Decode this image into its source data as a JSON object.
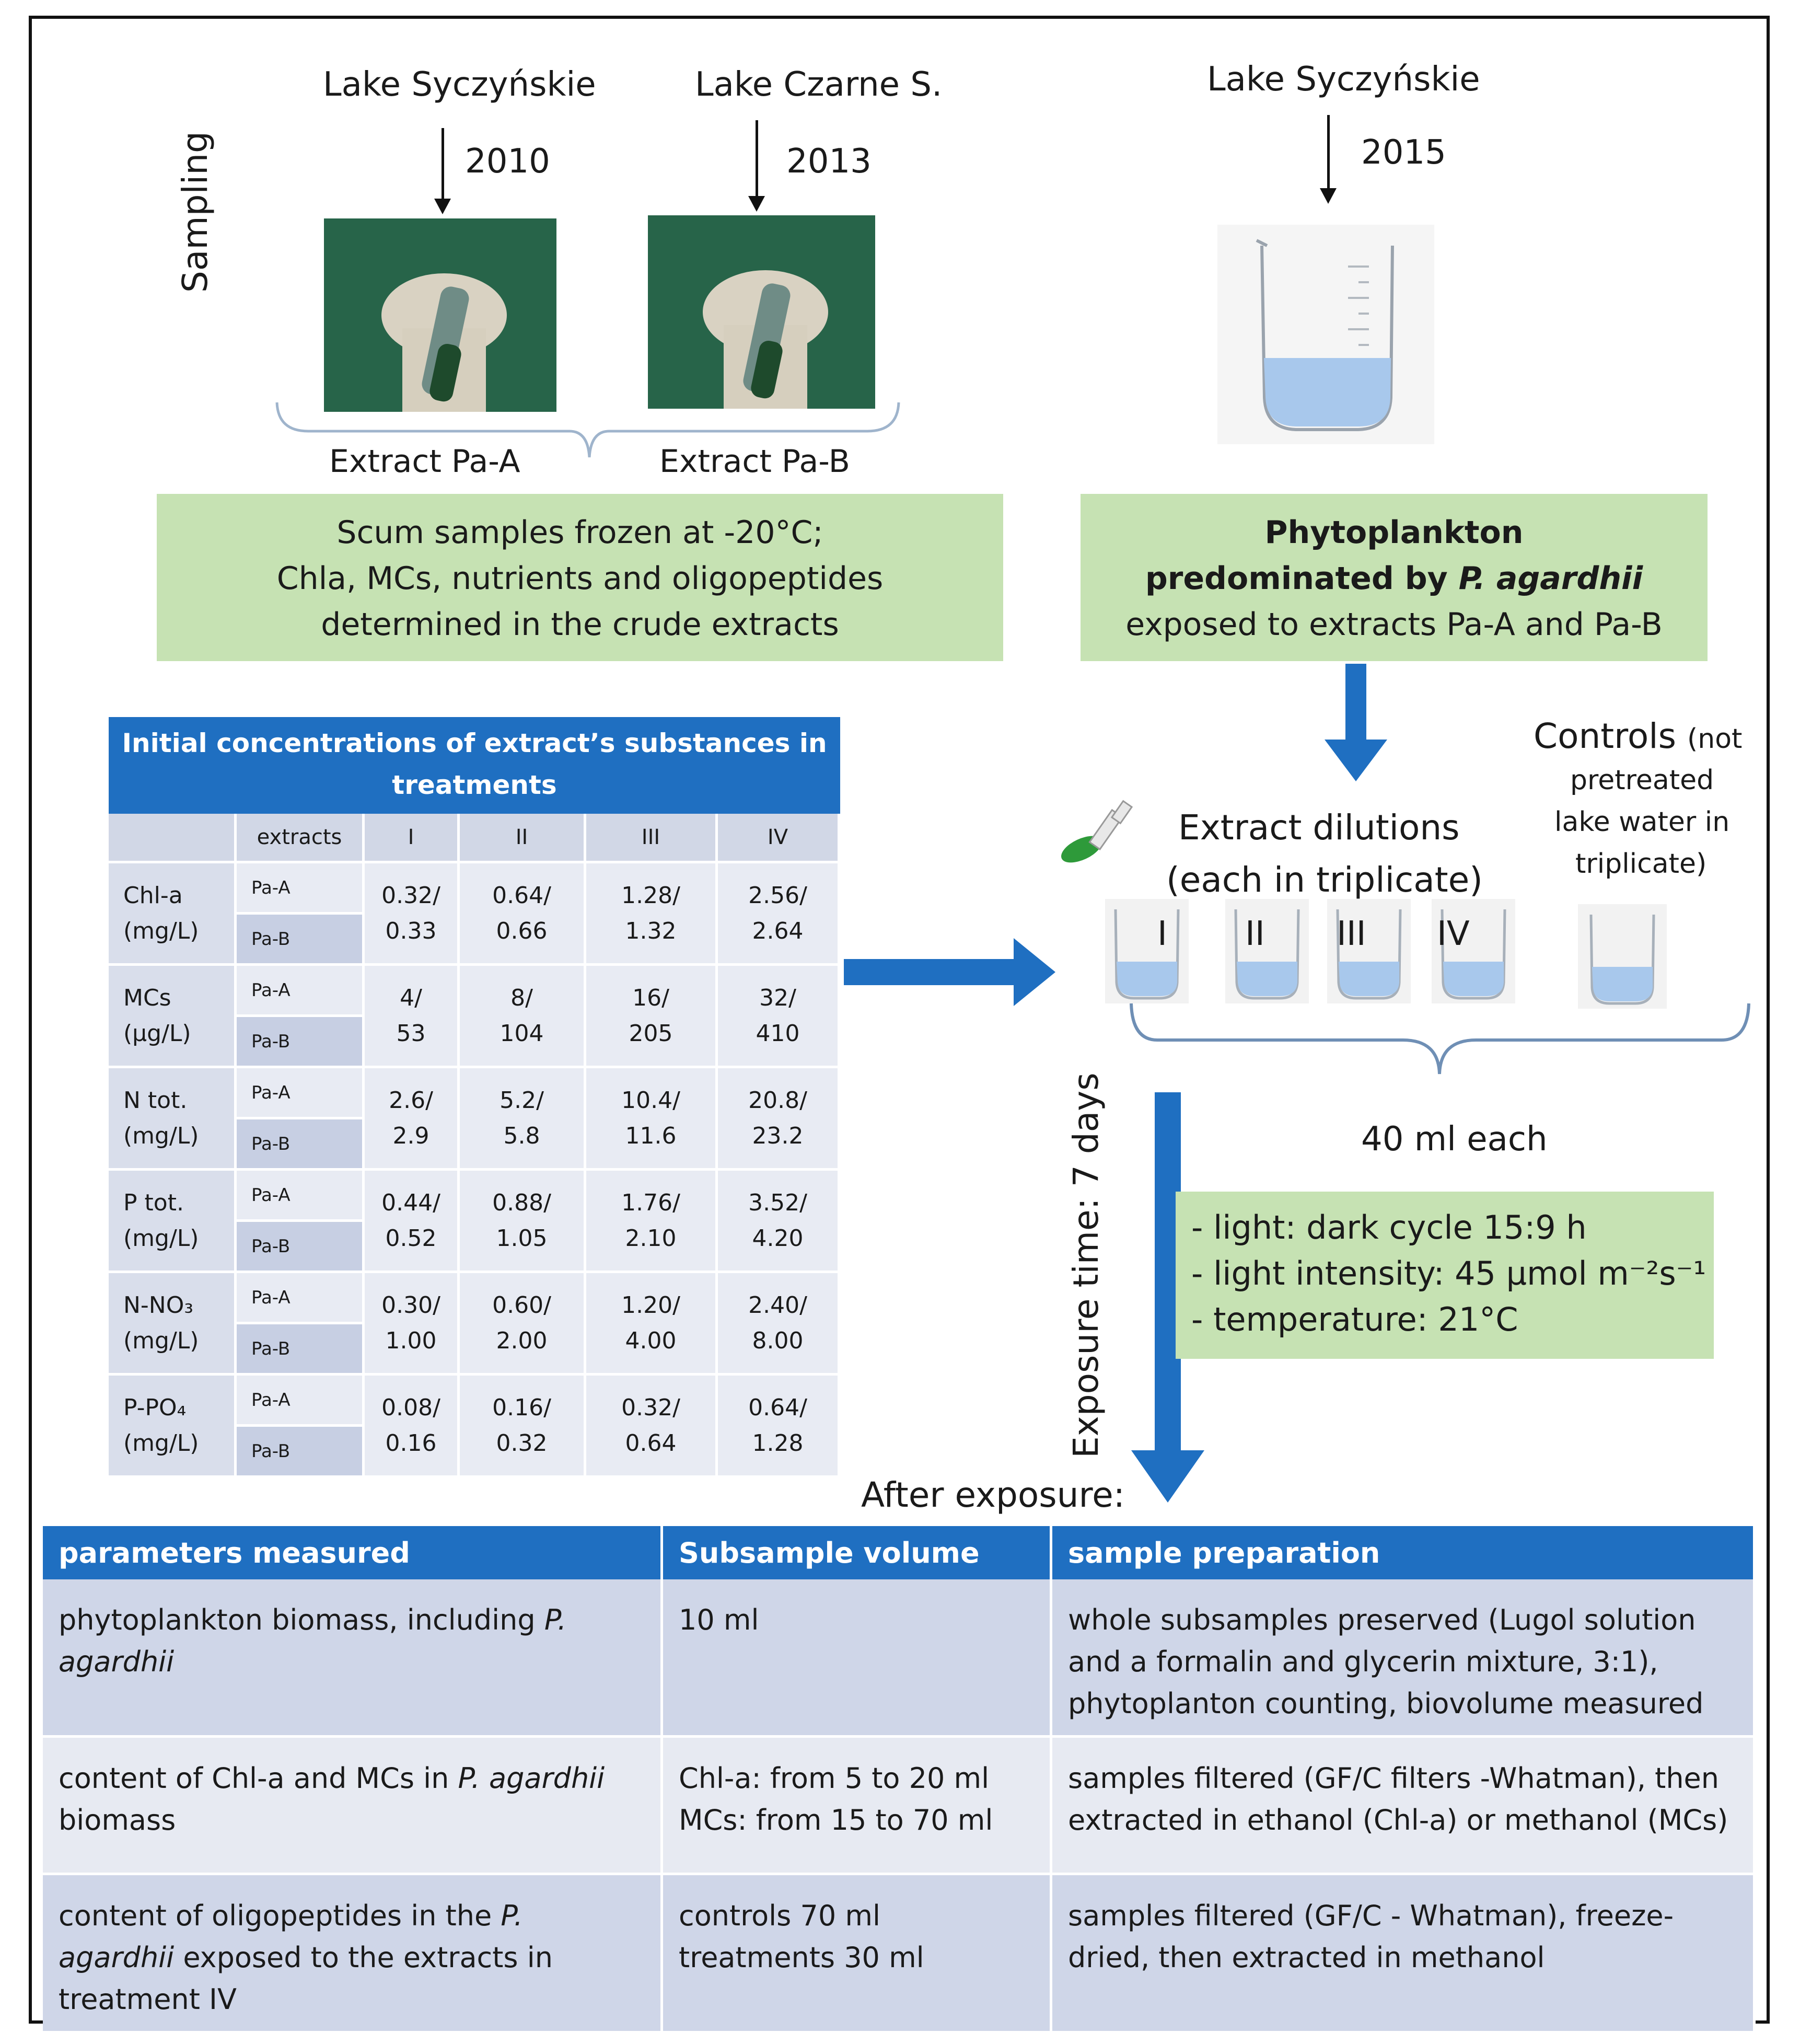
{
  "sampling_label": "Sampling",
  "sources": [
    {
      "lake": "Lake Syczyńskie",
      "year": "2010"
    },
    {
      "lake": "Lake Czarne S.",
      "year": "2013"
    },
    {
      "lake": "Lake Syczyńskie",
      "year": "2015"
    }
  ],
  "extracts": {
    "a": "Extract Pa-A",
    "b": "Extract Pa-B"
  },
  "scum_box": {
    "line1": "Scum samples frozen at -20°C;",
    "line2": "Chla, MCs, nutrients and oligopeptides",
    "line3": "determined in the crude extracts"
  },
  "phyto_box": {
    "line1": "Phytoplankton",
    "line2_pre": "predominated by ",
    "line2_em": "P. agardhii",
    "line3": "exposed to extracts Pa-A and Pa-B"
  },
  "dilutions": {
    "line1": "Extract dilutions",
    "line2": "(each in triplicate)"
  },
  "controls": {
    "title": "Controls",
    "paren": "(not",
    "line2": "pretreated",
    "line3": "lake water in",
    "line4": "triplicate)"
  },
  "beaker_labels": [
    "I",
    "II",
    "III",
    "IV"
  ],
  "volume_each": "40 ml each",
  "exposure_time": "Exposure time: 7 days",
  "conditions": [
    "- light: dark cycle 15:9 h",
    "- light intensity: 45 µmol m⁻²s⁻¹",
    "- temperature: 21°C"
  ],
  "after_exposure": "After exposure:",
  "conc_table": {
    "title": "Initial concentrations of extract’s substances in treatments",
    "headers": [
      "",
      "extracts",
      "I",
      "II",
      "III",
      "IV"
    ],
    "extract_labels": [
      "Pa-A",
      "Pa-B"
    ],
    "rows": [
      {
        "param1": "Chl-a",
        "param2": "(mg/L)",
        "values": [
          [
            "0.32/",
            "0.33"
          ],
          [
            "0.64/",
            "0.66"
          ],
          [
            "1.28/",
            "1.32"
          ],
          [
            "2.56/",
            "2.64"
          ]
        ]
      },
      {
        "param1": "MCs",
        "param2": "(µg/L)",
        "values": [
          [
            "4/",
            "53"
          ],
          [
            "8/",
            "104"
          ],
          [
            "16/",
            "205"
          ],
          [
            "32/",
            "410"
          ]
        ]
      },
      {
        "param1": "N tot.",
        "param2": "(mg/L)",
        "values": [
          [
            "2.6/",
            "2.9"
          ],
          [
            "5.2/",
            "5.8"
          ],
          [
            "10.4/",
            "11.6"
          ],
          [
            "20.8/",
            "23.2"
          ]
        ]
      },
      {
        "param1": "P tot.",
        "param2": "(mg/L)",
        "values": [
          [
            "0.44/",
            "0.52"
          ],
          [
            "0.88/",
            "1.05"
          ],
          [
            "1.76/",
            "2.10"
          ],
          [
            "3.52/",
            "4.20"
          ]
        ]
      },
      {
        "param1": "N-NO₃",
        "param2": "(mg/L)",
        "values": [
          [
            "0.30/",
            "1.00"
          ],
          [
            "0.60/",
            "2.00"
          ],
          [
            "1.20/",
            "4.00"
          ],
          [
            "2.40/",
            "8.00"
          ]
        ]
      },
      {
        "param1": "P-PO₄",
        "param2": "(mg/L)",
        "values": [
          [
            "0.08/",
            "0.16"
          ],
          [
            "0.16/",
            "0.32"
          ],
          [
            "0.32/",
            "0.64"
          ],
          [
            "0.64/",
            "1.28"
          ]
        ]
      }
    ]
  },
  "bottom_table": {
    "headers": [
      "parameters measured",
      "Subsample volume",
      "sample preparation"
    ],
    "rows": [
      {
        "param_pre": "phytoplankton biomass, including ",
        "param_em": "P. agardhii",
        "param_post": "",
        "volume": [
          "10 ml"
        ],
        "prep": "whole subsamples preserved (Lugol solution and a formalin and glycerin mixture, 3:1), phytoplanton counting, biovolume measured"
      },
      {
        "param_pre": "content of Chl-a and MCs in ",
        "param_em": "P. agardhii",
        "param_post": " biomass",
        "volume": [
          "Chl-a: from 5 to 20 ml",
          "MCs: from 15 to 70 ml"
        ],
        "prep": "samples filtered (GF/C filters -Whatman), then extracted in ethanol (Chl-a) or methanol (MCs)"
      },
      {
        "param_pre": "content of oligopeptides in the ",
        "param_em": "P. agardhii",
        "param_post": " exposed to the extracts in treatment IV",
        "volume": [
          "controls 70 ml",
          "treatments 30 ml"
        ],
        "prep": "samples filtered (GF/C - Whatman), freeze-dried, then extracted in methanol"
      }
    ]
  },
  "colors": {
    "green_box": "#c6e2b3",
    "blue_header": "#1f6fc1",
    "blue_arrow": "#1f6fc1",
    "water": "#a8c8ec"
  }
}
